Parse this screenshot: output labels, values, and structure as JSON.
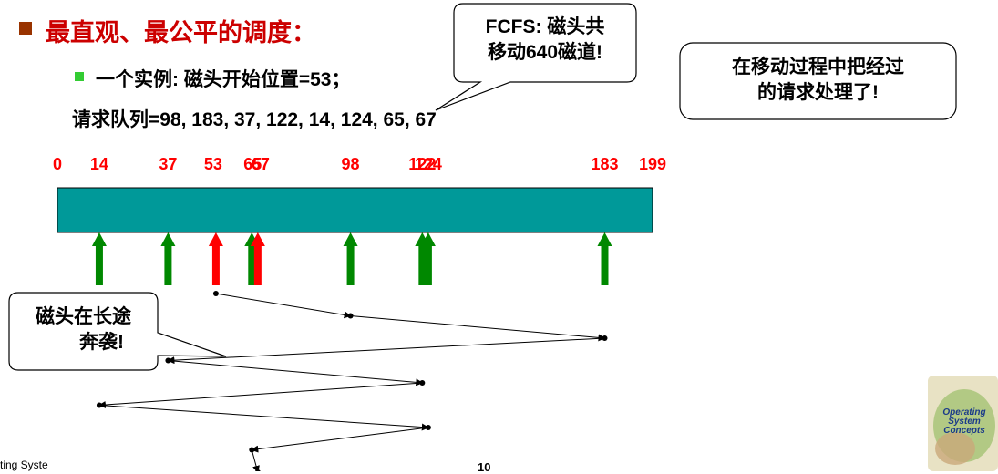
{
  "title": "最直观、最公平的调度：",
  "example_line": "一个实例: 磁头开始位置=53；",
  "queue_line": "请求队列=98, 183, 37, 122, 14, 124, 65, 67",
  "callout_fcfs": {
    "line1": "FCFS: 磁头共",
    "line2": "移动640磁道!"
  },
  "callout_process": {
    "line1": "在移动过程中把经过",
    "line2": "的请求处理了!"
  },
  "callout_longhaul": {
    "line1": "磁头在长途",
    "line2": "奔袭!"
  },
  "track_labels": [
    "0",
    "14",
    "37",
    "53",
    "65",
    "67",
    "98",
    "122",
    "124",
    "183",
    "199"
  ],
  "track_range": [
    0,
    199
  ],
  "head_start": 53,
  "request_queue": [
    98,
    183,
    37,
    122,
    14,
    124,
    65,
    67
  ],
  "arrows": [
    {
      "track": 14,
      "color": "#008800"
    },
    {
      "track": 37,
      "color": "#008800"
    },
    {
      "track": 53,
      "color": "#ff0000"
    },
    {
      "track": 65,
      "color": "#008800"
    },
    {
      "track": 67,
      "color": "#ff0000"
    },
    {
      "track": 98,
      "color": "#008800"
    },
    {
      "track": 122,
      "color": "#008800"
    },
    {
      "track": 124,
      "color": "#008800"
    },
    {
      "track": 183,
      "color": "#008800"
    }
  ],
  "colors": {
    "bar": "#009999",
    "track_label": "#ff0000",
    "title": "#cc0000"
  },
  "footer_left": "ting Syste",
  "footer_page": "10",
  "logo_text": {
    "line1": "Operating",
    "line2": "System",
    "line3": "Concepts"
  }
}
